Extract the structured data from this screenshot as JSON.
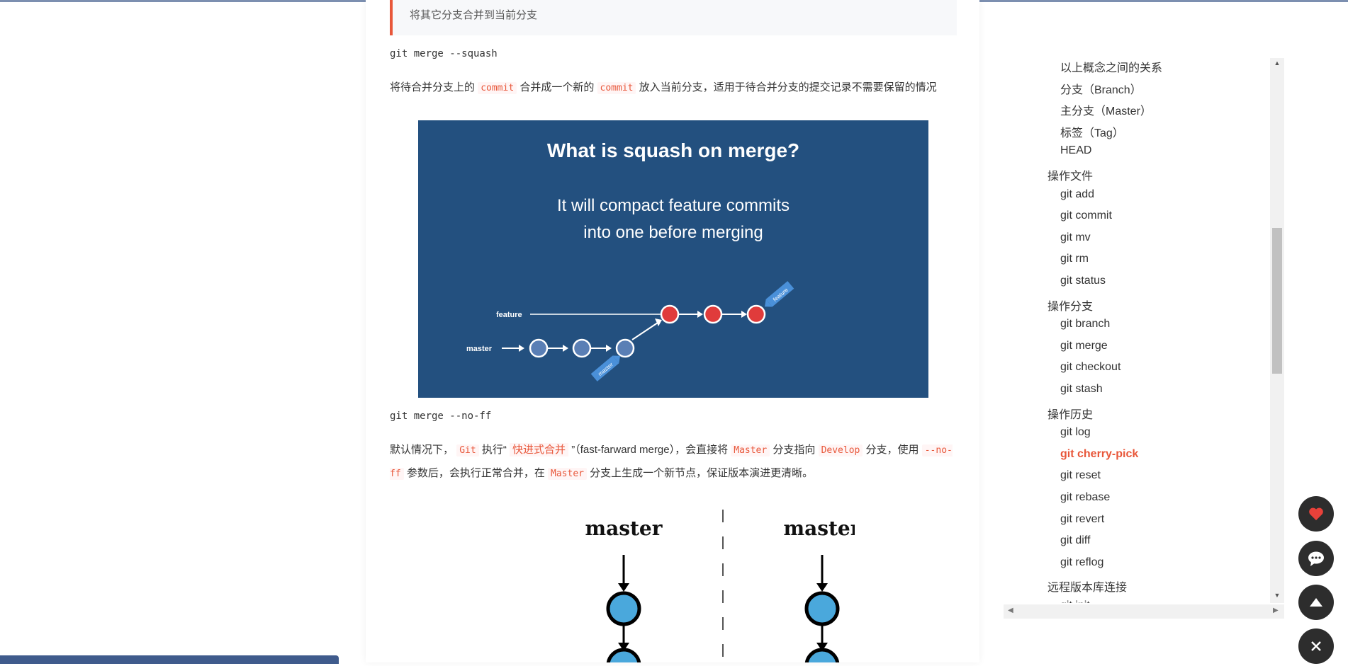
{
  "quote": "将其它分支合并到当前分支",
  "squash": {
    "title": "git merge --squash",
    "text_1": "将待合并分支上的",
    "code_1": "commit",
    "text_2": "合并成一个新的",
    "code_2": "commit",
    "text_3": "放入当前分支，适用于待合并分支的提交记录不需要保留的情况"
  },
  "squash_image": {
    "heading": "What is squash on merge?",
    "line1": "It will compact feature commits",
    "line2": "into one before merging",
    "feature_label": "feature",
    "master_label": "master",
    "tag_feature": "feature",
    "tag_master": "master"
  },
  "noff": {
    "title": "git merge --no-ff",
    "t1": "默认情况下，",
    "c1": "Git",
    "t2": "执行“",
    "hl": "快进式合并",
    "t3": "”（fast-farward merge），会直接将",
    "c2": "Master",
    "t4": "分支指向",
    "c3": "Develop",
    "t5": "分支，使用",
    "c4": "--no-ff",
    "t6": "参数后，会执行正常合并，在",
    "c5": "Master",
    "t7": "分支上生成一个新节点，保证版本演进更清晰。"
  },
  "noff_image": {
    "left_label": "master",
    "right_label": "master"
  },
  "toc": [
    {
      "label": "以上概念之间的关系",
      "level": 2
    },
    {
      "label": "分支（Branch）",
      "level": 2
    },
    {
      "label": "主分支（Master）",
      "level": 2
    },
    {
      "label": "标签（Tag）",
      "level": 2
    },
    {
      "label": "HEAD",
      "level": 2
    },
    {
      "label": "操作文件",
      "level": 1
    },
    {
      "label": "git add",
      "level": 2
    },
    {
      "label": "git commit",
      "level": 2
    },
    {
      "label": "git mv",
      "level": 2
    },
    {
      "label": "git rm",
      "level": 2
    },
    {
      "label": "git status",
      "level": 2
    },
    {
      "label": "操作分支",
      "level": 1
    },
    {
      "label": "git branch",
      "level": 2
    },
    {
      "label": "git merge",
      "level": 2
    },
    {
      "label": "git checkout",
      "level": 2
    },
    {
      "label": "git stash",
      "level": 2
    },
    {
      "label": "操作历史",
      "level": 1
    },
    {
      "label": "git log",
      "level": 2
    },
    {
      "label": "git cherry-pick",
      "level": 2,
      "active": true
    },
    {
      "label": "git reset",
      "level": 2
    },
    {
      "label": "git rebase",
      "level": 2
    },
    {
      "label": "git revert",
      "level": 2
    },
    {
      "label": "git diff",
      "level": 2
    },
    {
      "label": "git reflog",
      "level": 2
    },
    {
      "label": "远程版本库连接",
      "level": 1
    },
    {
      "label": "git init",
      "level": 2
    }
  ],
  "colors": {
    "accent": "#e8573a",
    "image_bg": "#23507f",
    "node_blue": "#4a90d9",
    "node_red": "#e03b3b"
  },
  "fab_icons": [
    "heart-icon",
    "comment-icon",
    "arrow-up-icon",
    "close-icon"
  ]
}
